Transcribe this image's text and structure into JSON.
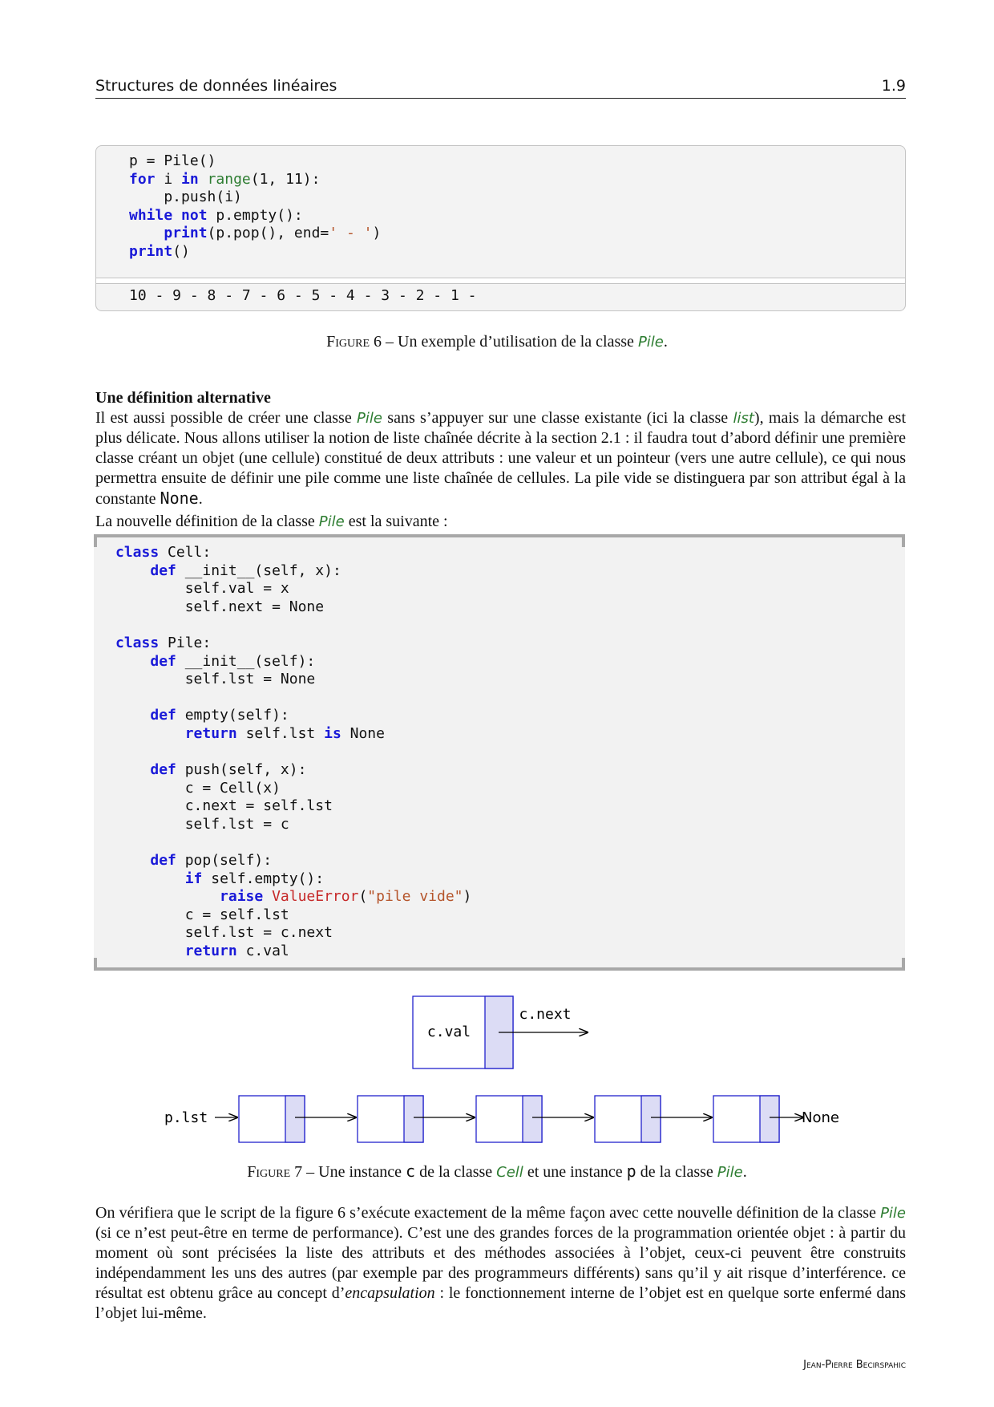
{
  "header": {
    "title": "Structures de données linéaires",
    "page_number": "1.9"
  },
  "code1": {
    "lines": [
      [
        {
          "t": "p = Pile()"
        }
      ],
      [
        {
          "t": "for",
          "c": "kw"
        },
        {
          "t": " i "
        },
        {
          "t": "in",
          "c": "kw"
        },
        {
          "t": " "
        },
        {
          "t": "range",
          "c": "bi"
        },
        {
          "t": "(1, 11):"
        }
      ],
      [
        {
          "t": "    p.push(i)"
        }
      ],
      [
        {
          "t": "while",
          "c": "kw"
        },
        {
          "t": " "
        },
        {
          "t": "not",
          "c": "kw"
        },
        {
          "t": " p.empty():"
        }
      ],
      [
        {
          "t": "    "
        },
        {
          "t": "print",
          "c": "kw"
        },
        {
          "t": "(p.pop(), end="
        },
        {
          "t": "' - '",
          "c": "str"
        },
        {
          "t": ")"
        }
      ],
      [
        {
          "t": "print",
          "c": "kw"
        },
        {
          "t": "()"
        }
      ]
    ],
    "output": "10 - 9 - 8 - 7 - 6 - 5 - 4 - 3 - 2 - 1 -"
  },
  "figure6": {
    "label": "Figure 6",
    "text_before": " – Un exemple d’utilisation de la classe ",
    "class_name": "Pile",
    "text_after": "."
  },
  "section": {
    "heading": "Une définition alternative",
    "paragraph1": [
      {
        "t": "Il est aussi possible de créer une classe "
      },
      {
        "t": "Pile",
        "c": "cls"
      },
      {
        "t": " sans s’appuyer sur une classe existante (ici la classe "
      },
      {
        "t": "list",
        "c": "cls"
      },
      {
        "t": "), mais la démarche est plus délicate. Nous allons utiliser la notion de liste chaînée décrite à la section 2.1 : il faudra tout d’abord définir une première classe créant un objet (une cellule) constitué de deux attributs : une valeur et un pointeur (vers une autre cellule), ce qui nous permettra ensuite de définir une pile comme une liste chaînée de cellules. La pile vide se distinguera par son attribut égal à la constante "
      },
      {
        "t": "None",
        "c": "mono"
      },
      {
        "t": "."
      }
    ],
    "paragraph2": [
      {
        "t": "La nouvelle définition de la classe "
      },
      {
        "t": "Pile",
        "c": "cls"
      },
      {
        "t": " est la suivante :"
      }
    ]
  },
  "code2": {
    "lines": [
      [
        {
          "t": "class",
          "c": "kw"
        },
        {
          "t": " Cell:"
        }
      ],
      [
        {
          "t": "    "
        },
        {
          "t": "def",
          "c": "kw"
        },
        {
          "t": " __init__(self, x):"
        }
      ],
      [
        {
          "t": "        self.val = x"
        }
      ],
      [
        {
          "t": "        self.next = None"
        }
      ],
      [
        {
          "t": ""
        }
      ],
      [
        {
          "t": "class",
          "c": "kw"
        },
        {
          "t": " Pile:"
        }
      ],
      [
        {
          "t": "    "
        },
        {
          "t": "def",
          "c": "kw"
        },
        {
          "t": " __init__(self):"
        }
      ],
      [
        {
          "t": "        self.lst = None"
        }
      ],
      [
        {
          "t": ""
        }
      ],
      [
        {
          "t": "    "
        },
        {
          "t": "def",
          "c": "kw"
        },
        {
          "t": " empty(self):"
        }
      ],
      [
        {
          "t": "        "
        },
        {
          "t": "return",
          "c": "kw"
        },
        {
          "t": " self.lst "
        },
        {
          "t": "is",
          "c": "kw"
        },
        {
          "t": " None"
        }
      ],
      [
        {
          "t": ""
        }
      ],
      [
        {
          "t": "    "
        },
        {
          "t": "def",
          "c": "kw"
        },
        {
          "t": " push(self, x):"
        }
      ],
      [
        {
          "t": "        c = Cell(x)"
        }
      ],
      [
        {
          "t": "        c.next = self.lst"
        }
      ],
      [
        {
          "t": "        self.lst = c"
        }
      ],
      [
        {
          "t": ""
        }
      ],
      [
        {
          "t": "    "
        },
        {
          "t": "def",
          "c": "kw"
        },
        {
          "t": " pop(self):"
        }
      ],
      [
        {
          "t": "        "
        },
        {
          "t": "if",
          "c": "kw"
        },
        {
          "t": " self.empty():"
        }
      ],
      [
        {
          "t": "            "
        },
        {
          "t": "raise",
          "c": "kw"
        },
        {
          "t": " "
        },
        {
          "t": "ValueError",
          "c": "err"
        },
        {
          "t": "("
        },
        {
          "t": "\"pile vide\"",
          "c": "str"
        },
        {
          "t": ")"
        }
      ],
      [
        {
          "t": "        c = self.lst"
        }
      ],
      [
        {
          "t": "        self.lst = c.next"
        }
      ],
      [
        {
          "t": "        "
        },
        {
          "t": "return",
          "c": "kw"
        },
        {
          "t": " c.val"
        }
      ]
    ]
  },
  "diagram": {
    "cell_val_label": "c.val",
    "cell_next_label": "c.next",
    "list_head_label": "p.lst",
    "list_end_label": "None",
    "colors": {
      "box_stroke": "#2222cc",
      "pointer_fill": "#dcdcf5"
    }
  },
  "figure7": {
    "label": "Figure 7",
    "parts": [
      {
        "t": " – Une instance "
      },
      {
        "t": "c",
        "c": "mono"
      },
      {
        "t": " de la classe "
      },
      {
        "t": "Cell",
        "c": "cls"
      },
      {
        "t": " et une instance "
      },
      {
        "t": "p",
        "c": "mono"
      },
      {
        "t": " de la classe "
      },
      {
        "t": "Pile",
        "c": "cls"
      },
      {
        "t": "."
      }
    ]
  },
  "conclusion": [
    {
      "t": "On vérifiera que le script de la figure 6 s’exécute exactement de la même façon avec cette nouvelle définition de la classe "
    },
    {
      "t": "Pile",
      "c": "cls"
    },
    {
      "t": " (si ce n’est peut-être en terme de performance). C’est une des grandes forces de la programmation orientée objet : à partir du moment où sont précisées la liste des attributs et des méthodes associées à l’objet, ceux-ci peuvent être construits indépendamment les uns des autres (par exemple par des programmeurs différents) sans qu’il y ait risque d’interférence. ce résultat est obtenu grâce au concept d’"
    },
    {
      "t": "encapsulation",
      "c": "it"
    },
    {
      "t": " : le fonctionnement interne de l’objet est en quelque sorte enfermé dans l’objet lui-même."
    }
  ],
  "footer": {
    "author": "Jean-Pierre Becirspahic"
  }
}
